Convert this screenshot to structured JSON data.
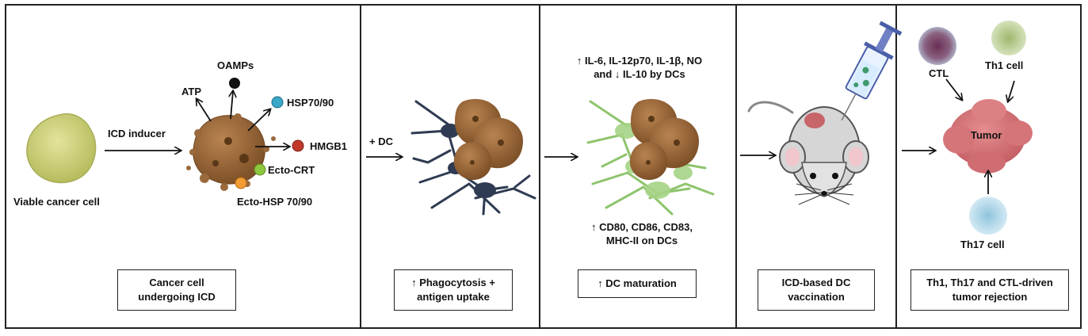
{
  "figure": {
    "colors": {
      "viable_cell": "#c9cd7a",
      "dying_cell": "#9a6a3c",
      "dc_immature": "#2f3b52",
      "dc_mature": "#9fcf7f",
      "tumor": "#cf6d72",
      "ctl": "#7c4b6e",
      "th1": "#b9cc93",
      "th17": "#a9d2e6",
      "oamps_dot": "#111111",
      "hsp_dot": "#3aa6c8",
      "hmgb1_dot": "#c0392b",
      "ecto_crt_dot": "#8dc63f",
      "ecto_hsp_dot": "#f39c34"
    },
    "panel1": {
      "viable_label": "Viable cancer cell",
      "inducer_label": "ICD inducer",
      "markers": {
        "atp": "ATP",
        "oamps": "OAMPs",
        "hsp": "HSP70/90",
        "hmgb1": "HMGB1",
        "ecto_crt": "Ecto-CRT",
        "ecto_hsp": "Ecto-HSP 70/90"
      },
      "box": [
        "Cancer cell",
        "undergoing ICD"
      ]
    },
    "panel2": {
      "arrow_label": "+ DC",
      "box": [
        "↑ Phagocytosis +",
        "antigen uptake"
      ]
    },
    "panel3": {
      "top_text": [
        "↑ IL-6, IL-12p70, IL-1β, NO",
        "and  ↓ IL-10 by DCs"
      ],
      "bottom_text": [
        "↑ CD80, CD86, CD83,",
        "MHC-II on DCs"
      ],
      "box": [
        "↑ DC maturation"
      ]
    },
    "panel4": {
      "box": [
        "ICD-based DC",
        "vaccination"
      ]
    },
    "panel5": {
      "ctl_label": "CTL",
      "th1_label": "Th1 cell",
      "tumor_label": "Tumor",
      "th17_label": "Th17 cell",
      "box": [
        "Th1, Th17 and CTL-driven",
        "tumor rejection"
      ]
    }
  }
}
